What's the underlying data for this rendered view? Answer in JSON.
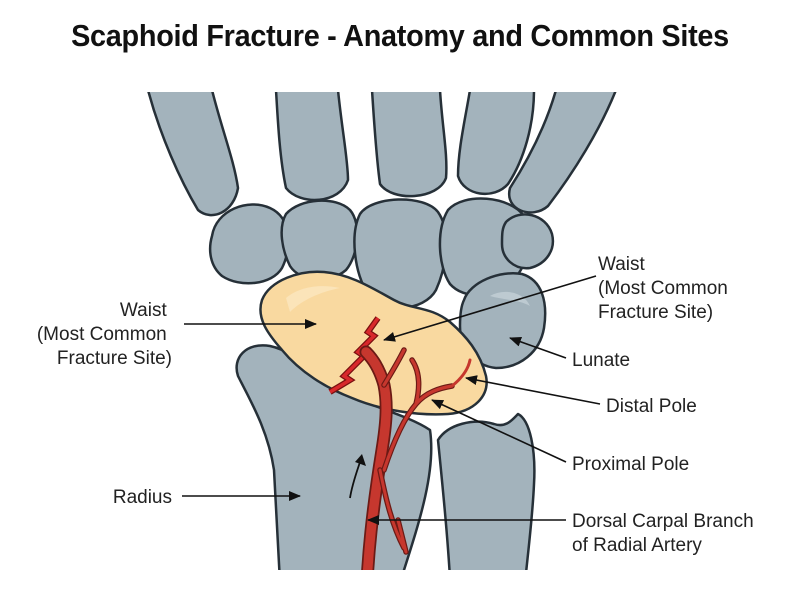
{
  "title": "Scaphoid Fracture - Anatomy and Common Sites",
  "labels": {
    "waist_left": [
      "Waist",
      "(Most Common",
      "Fracture Site)"
    ],
    "waist_right": [
      "Waist",
      "(Most Common",
      "Fracture Site)"
    ],
    "lunate": "Lunate",
    "distal_pole": "Distal Pole",
    "proximal_pole": "Proximal Pole",
    "radius": "Radius",
    "artery": [
      "Dorsal Carpal Branch",
      "of Radial Artery"
    ]
  },
  "colors": {
    "bone": "#a3b3bc",
    "scaphoid": "#f9d9a0",
    "fracture": "#d8282b",
    "artery": "#c6372e",
    "outline": "#263038"
  }
}
